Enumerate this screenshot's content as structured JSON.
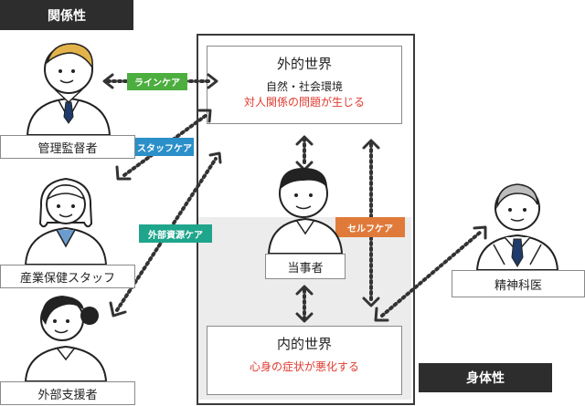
{
  "tags": {
    "relationship": "関係性",
    "physical": "身体性"
  },
  "people": {
    "manager": "管理監督者",
    "staff": "産業保健スタッフ",
    "external": "外部支援者",
    "self": "当事者",
    "psychiatrist": "精神科医"
  },
  "outer_world": {
    "title": "外的世界",
    "line1": "自然・社会環境",
    "line2": "対人関係の問題が生じる"
  },
  "inner_world": {
    "title": "内的世界",
    "line1": "心身の症状が悪化する"
  },
  "care": {
    "line": {
      "label": "ラインケア",
      "color": "#4cae3f"
    },
    "staff": {
      "label": "スタッフケア",
      "color": "#2b8fc9"
    },
    "external": {
      "label": "外部資源ケア",
      "color": "#1ea58c"
    },
    "self": {
      "label": "セルフケア",
      "color": "#e07a3a"
    }
  }
}
